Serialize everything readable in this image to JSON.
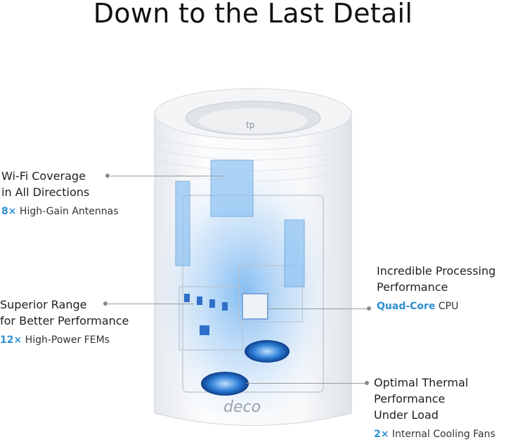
{
  "title": "Down to the Last Detail",
  "features": {
    "wifi": {
      "line1": "Wi-Fi Coverage",
      "line2": "in All Directions",
      "count": "8×",
      "spec": " High-Gain Antennas"
    },
    "range": {
      "line1": "Superior Range",
      "line2": "for Better Performance",
      "count": "12×",
      "spec": " High-Power FEMs"
    },
    "processing": {
      "line1": "Incredible Processing",
      "line2": "Performance",
      "count": "Quad-Core",
      "spec": " CPU"
    },
    "thermal": {
      "line1": "Optimal Thermal",
      "line2": "Performance",
      "line3": "Under Load",
      "count": "2×",
      "spec": " Internal Cooling Fans"
    }
  },
  "device": {
    "logo_text": "deco",
    "top_logo": "tp"
  },
  "colors": {
    "accent": "#2f8fd0",
    "glow": "#7fb8ee"
  }
}
